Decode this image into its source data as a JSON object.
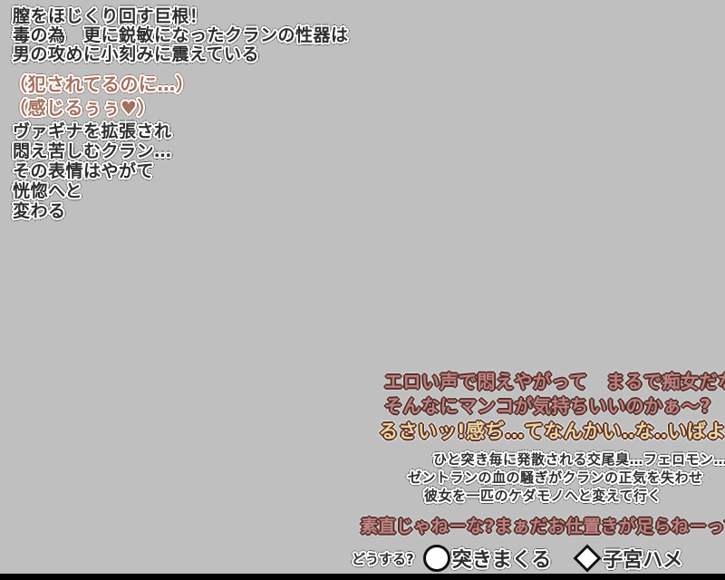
{
  "screen": {
    "background_color": "#bfbfbf",
    "bottom_bar_color": "#000000"
  },
  "colors": {
    "narration_text": "#2e2e2e",
    "narration_outline": "#ffffff",
    "thought_text": "#a5705c",
    "pink_dialogue_text": "#c08484",
    "pink_dialogue_outline": "#533029",
    "cream_dialogue_text": "#ecd9a6",
    "cream_dialogue_outline": "#5f3228"
  },
  "narration_top": {
    "lines": [
      "膣をほじくり回す巨根！",
      "毒の為　更に鋭敏になったクランの性器は",
      "男の攻めに小刻みに震えている"
    ]
  },
  "inner_thought": {
    "lines": [
      "（犯されてるのに…）",
      "（感じるぅぅ♥）"
    ]
  },
  "narration_left": {
    "lines": [
      "ヴァギナを拡張され",
      "悶え苦しむクラン…",
      "その表情はやがて",
      "恍惚へと",
      "変わる"
    ]
  },
  "dialogue_right_1": {
    "lines": [
      "エロい声で悶えやがって　まるで痴女だな　おい?",
      "そんなにマンコが気持ちいいのかぁ～?"
    ]
  },
  "dialogue_cream": {
    "text": "るさいッ!感ぢ…てなんかい‥な‥いばよおほ～♥"
  },
  "narration_right": {
    "lines": [
      "ひと突き毎に発散される交尾臭…フェロモン…",
      "ゼントランの血の騒ぎがクランの正気を失わせ",
      "彼女を一匹のケダモノへと変えて行く"
    ]
  },
  "dialogue_right_2": {
    "text": "素直じゃねーな?まぁだお仕置きが足らねーってか?"
  },
  "choices": {
    "prompt": "どうする?",
    "options": [
      {
        "icon": "circle-icon",
        "label": "突きまくる"
      },
      {
        "icon": "diamond-icon",
        "label": "子宮ハメ"
      }
    ]
  }
}
